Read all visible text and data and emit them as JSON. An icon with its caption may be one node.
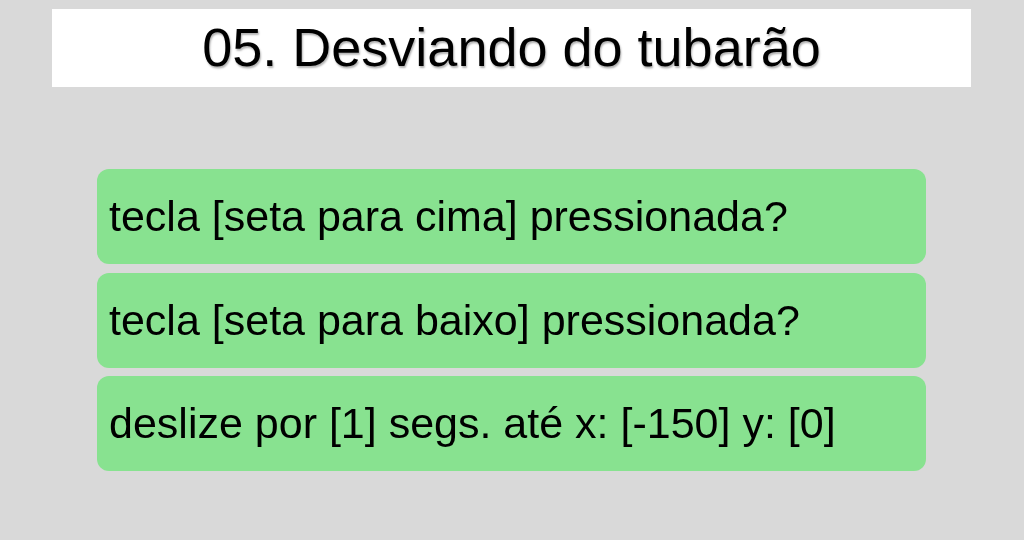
{
  "diagram": {
    "title": "05. Desviando do tubarão",
    "nodes": [
      {
        "text": [
          "tecla [seta para cima] pressionada?"
        ]
      },
      {
        "text": [
          "tecla [seta para baixo] pressionada?"
        ]
      },
      {
        "text": [
          "deslize por [1] segs. até x: [-150] y: [0]"
        ]
      }
    ]
  }
}
